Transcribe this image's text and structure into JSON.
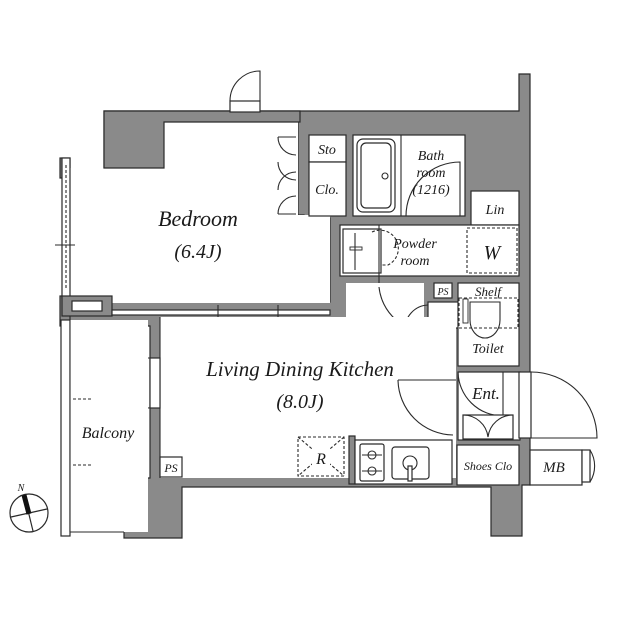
{
  "floor_plan": {
    "colors": {
      "wall": "#8a8a8a",
      "outline": "#2a2a2a",
      "floor": "#ffffff"
    },
    "rooms": {
      "bedroom": {
        "name": "Bedroom",
        "size": "(6.4J)"
      },
      "ldk": {
        "name": "Living Dining Kitchen",
        "size": "(8.0J)"
      },
      "balcony": {
        "name": "Balcony"
      },
      "bathroom": {
        "line1": "Bath",
        "line2": "room",
        "line3": "(1216)"
      },
      "powder_room": {
        "line1": "Powder",
        "line2": "room"
      },
      "toilet": {
        "name": "Toilet"
      },
      "entrance": {
        "name": "Ent."
      },
      "storage": {
        "name": "Sto"
      },
      "closet": {
        "name": "Clo."
      },
      "linen": {
        "name": "Lin"
      },
      "washer": {
        "name": "W"
      },
      "shelf": {
        "name": "Shelf"
      },
      "shoes_closet": {
        "name": "Shoes Clo"
      },
      "meter_box": {
        "name": "MB"
      },
      "pipe_space_1": {
        "name": "PS"
      },
      "pipe_space_2": {
        "name": "PS"
      },
      "refrigerator": {
        "name": "R"
      }
    },
    "compass": {
      "label": "N"
    }
  }
}
